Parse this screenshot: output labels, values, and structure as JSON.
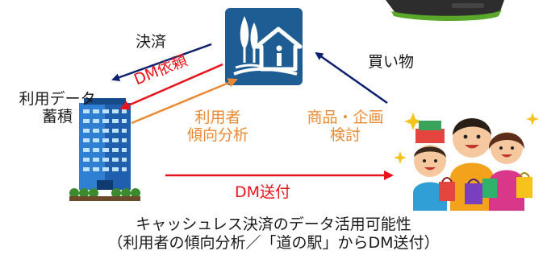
{
  "nodes": {
    "station_icon": {
      "name": "michi-no-eki-icon"
    },
    "database": {
      "label_line1": "利用データ",
      "label_line2": "蓄積"
    },
    "customers": {
      "name": "shoppers-family-illustration"
    }
  },
  "edges": {
    "payment": "決済",
    "dm_request": "DM依頼",
    "trend_analysis": {
      "line1": "利用者",
      "line2": "傾向分析"
    },
    "product_planning": {
      "line1": "商品・企画",
      "line2": "検討"
    },
    "shopping": "買い物",
    "dm_send": "DM送付"
  },
  "caption": {
    "line1": "キャッシュレス決済のデータ活用可能性",
    "line2": "（利用者の傾向分析／「道の駅」からDM送付）"
  },
  "colors": {
    "navy": "#0c1f6e",
    "red": "#e8141c",
    "orange": "#ec8a33",
    "station_blue": "#1e5d94",
    "text": "#1a1a1a"
  }
}
